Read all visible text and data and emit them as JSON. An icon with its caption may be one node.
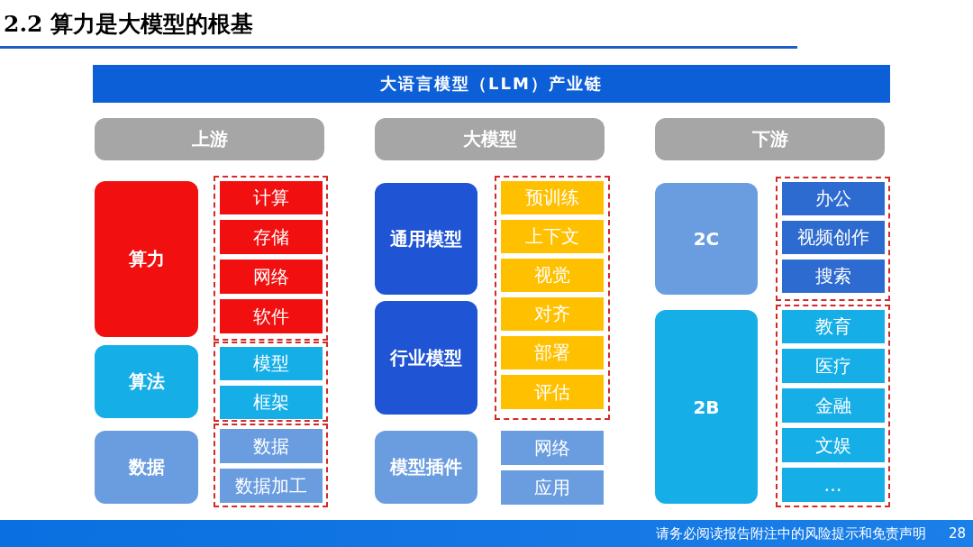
{
  "diagram": {
    "title": "2.2 算力是大模型的根基",
    "nodes": [
      {
        "text": [
          "大语言模型（LLM）产业链"
        ]
      },
      {
        "text": [
          "上游"
        ]
      },
      {
        "text": [
          "大模型"
        ]
      },
      {
        "text": [
          "下游"
        ]
      },
      {
        "text": [
          "算力"
        ]
      },
      {
        "text": [],
        "shape": "box"
      },
      {
        "text": [
          "计算"
        ],
        "in": 5
      },
      {
        "text": [
          "存储"
        ],
        "in": 5
      },
      {
        "text": [
          "网络"
        ],
        "in": 5
      },
      {
        "text": [
          "软件"
        ],
        "in": 5
      },
      {
        "text": [
          "算法"
        ]
      },
      {
        "text": [],
        "shape": "box"
      },
      {
        "text": [
          "模型"
        ],
        "in": 11
      },
      {
        "text": [
          "框架"
        ],
        "in": 11
      },
      {
        "text": [
          "数据"
        ]
      },
      {
        "text": [],
        "shape": "box"
      },
      {
        "text": [
          "数据"
        ],
        "in": 15
      },
      {
        "text": [
          "数据加工"
        ],
        "in": 15
      },
      {
        "text": [
          "通用模型"
        ]
      },
      {
        "text": [
          "行业模型"
        ]
      },
      {
        "text": [],
        "shape": "box"
      },
      {
        "text": [
          "预训练"
        ],
        "in": 20
      },
      {
        "text": [
          "上下文"
        ],
        "in": 20
      },
      {
        "text": [
          "视觉"
        ],
        "in": 20
      },
      {
        "text": [
          "对齐"
        ],
        "in": 20
      },
      {
        "text": [
          "部署"
        ],
        "in": 20
      },
      {
        "text": [
          "评估"
        ],
        "in": 20
      },
      {
        "text": [
          "模型插件"
        ]
      },
      {
        "text": [
          "网络"
        ]
      },
      {
        "text": [
          "应用"
        ]
      },
      {
        "text": [
          "2C"
        ]
      },
      {
        "text": [],
        "shape": "box"
      },
      {
        "text": [
          "办公"
        ],
        "in": 31
      },
      {
        "text": [
          "视频创作"
        ],
        "in": 31
      },
      {
        "text": [
          "搜索"
        ],
        "in": 31
      },
      {
        "text": [
          "2B"
        ]
      },
      {
        "text": [],
        "shape": "box"
      },
      {
        "text": [
          "教育"
        ],
        "in": 36
      },
      {
        "text": [
          "医疗"
        ],
        "in": 36
      },
      {
        "text": [
          "金融"
        ],
        "in": 36
      },
      {
        "text": [
          "文娱"
        ],
        "in": 36
      },
      {
        "text": [
          "…"
        ],
        "in": 36
      }
    ],
    "labels": [
      "请务必阅读报告附注中的风险提示和免责声明",
      "28"
    ]
  }
}
